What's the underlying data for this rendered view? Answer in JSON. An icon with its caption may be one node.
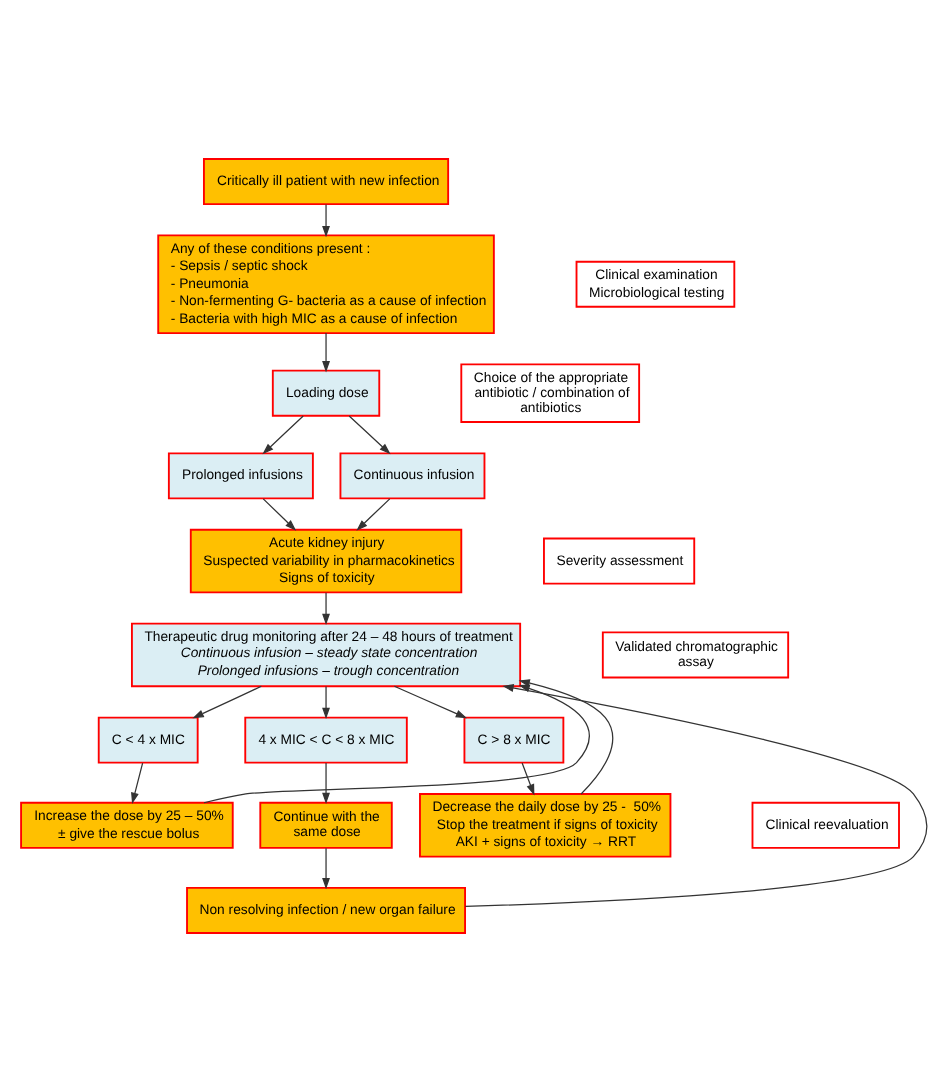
{
  "diagram": {
    "nodes": [
      {
        "text": [
          "Critically ill patient with new infection"
        ]
      },
      {
        "text": [
          "Any of these conditions present :",
          "- Sepsis / septic shock",
          "- Pneumonia",
          "- Non-fermenting G- bacteria as a cause of infection",
          "- Bacteria with high MIC as a cause of infection"
        ]
      },
      {
        "text": [
          "Loading dose"
        ]
      },
      {
        "text": [
          "Prolonged infusions"
        ]
      },
      {
        "text": [
          "Continuous infusion"
        ]
      },
      {
        "text": [
          "Acute kidney injury",
          "Suspected variability in pharmacokinetics",
          "Signs of toxicity"
        ]
      },
      {
        "text": [
          "Therapeutic drug monitoring after 24 – 48 hours of treatment",
          "Continuous infusion – steady state concentration",
          "Prolonged infusions – trough concentration"
        ]
      },
      {
        "text": [
          "C < 4 x MIC"
        ]
      },
      {
        "text": [
          "4 x MIC < C < 8 x MIC"
        ]
      },
      {
        "text": [
          "C > 8 x MIC"
        ]
      },
      {
        "text": [
          "Increase the dose by 25 – 50%",
          "± give the rescue bolus"
        ]
      },
      {
        "text": [
          "Continue with the same dose"
        ]
      },
      {
        "text": [
          "Decrease the daily dose by 25 -  50%",
          "Stop the treatment if signs of toxicity",
          "AKI + signs of toxicity → RRT"
        ]
      },
      {
        "text": [
          "Non resolving infection / new organ failure"
        ]
      },
      {
        "text": [
          "Clinical examination",
          "Microbiological testing"
        ]
      },
      {
        "text": [
          "Choice of the appropriate antibiotic / combination of antibiotics"
        ]
      },
      {
        "text": [
          "Severity assessment"
        ]
      },
      {
        "text": [
          "Validated chromatographic assay"
        ]
      },
      {
        "text": [
          "Clinical reevaluation"
        ]
      }
    ],
    "edges": [
      {
        "from": 0,
        "to": 1,
        "arrow": "to"
      },
      {
        "from": 1,
        "to": 2,
        "arrow": "to"
      },
      {
        "from": 2,
        "to": 3,
        "arrow": "to"
      },
      {
        "from": 2,
        "to": 4,
        "arrow": "to"
      },
      {
        "from": 3,
        "to": 5,
        "arrow": "to"
      },
      {
        "from": 4,
        "to": 5,
        "arrow": "to"
      },
      {
        "from": 5,
        "to": 6,
        "arrow": "to"
      },
      {
        "from": 6,
        "to": 7,
        "arrow": "to"
      },
      {
        "from": 6,
        "to": 8,
        "arrow": "to"
      },
      {
        "from": 6,
        "to": 9,
        "arrow": "to"
      },
      {
        "from": 7,
        "to": 10,
        "arrow": "to"
      },
      {
        "from": 8,
        "to": 11,
        "arrow": "to"
      },
      {
        "from": 9,
        "to": 12,
        "arrow": "to"
      },
      {
        "from": 11,
        "to": 13,
        "arrow": "to"
      },
      {
        "from": 10,
        "to": 6,
        "arrow": "to"
      },
      {
        "from": 12,
        "to": 6,
        "arrow": "to"
      },
      {
        "from": 13,
        "to": 6,
        "arrow": "to"
      }
    ]
  }
}
